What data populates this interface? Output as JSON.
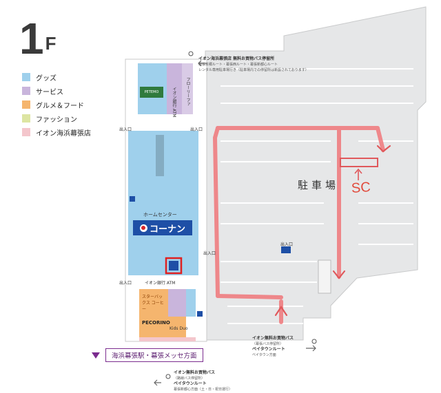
{
  "floor": {
    "number": "1",
    "suffix": "F"
  },
  "legend": [
    {
      "label": "グッズ",
      "color": "#9fd0ec"
    },
    {
      "label": "サービス",
      "color": "#c9b5dc"
    },
    {
      "label": "グルメ＆フード",
      "color": "#f5b56e"
    },
    {
      "label": "ファッション",
      "color": "#dde5a2"
    },
    {
      "label": "イオン海浜幕張店",
      "color": "#f4c6cc"
    }
  ],
  "stores": {
    "konan": "コーナン",
    "home_center": "ホームセンター",
    "petemo": "PETEMO",
    "flora": "フローリーファ",
    "starbucks": "スターバックス コーヒー",
    "pecorino": "PECORINO",
    "kids": "Kids Duo",
    "aeon_atm": "イオン銀行 ATM"
  },
  "labels": {
    "parking": "駐車場",
    "sc": "SC",
    "entrance": "出入口",
    "direction": "海浜幕張駅・幕張メッセ方面"
  },
  "bus_top": {
    "title": "イオン海浜幕張店 無料お買物バス停留所",
    "line2": "幕張本郷ルート・幕張西ルート・幕張新都心ルート",
    "line3": "レンタル専用駐車場行き（駐車場内での停留所は新設されております）"
  },
  "bus_mid": {
    "title": "イオン無料お買物バス",
    "sub": "（幕張バス停留所）",
    "route": "ベイタウンルート",
    "route_sub": "ベイタウン方面"
  },
  "bus_bottom": {
    "title": "イオン無料お買物バス",
    "sub": "（路線バス停留所）",
    "route": "ベイタウンルート",
    "route_sub": "幕張新都心方面（土・日・祝日運行）"
  },
  "icons": [
    "elevator-icon",
    "escalator-icon",
    "restroom-icon",
    "bus-stop-icon",
    "arrow-icon"
  ]
}
